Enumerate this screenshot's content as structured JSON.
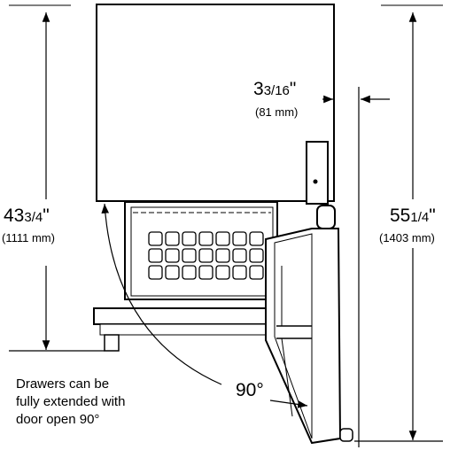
{
  "dimensions": {
    "height_closed": {
      "whole": "43",
      "fraction": "3/4",
      "unit_mark": "\"",
      "metric": "(1111 mm)"
    },
    "height_open": {
      "whole": "55",
      "fraction": "1/4",
      "unit_mark": "\"",
      "metric": "(1403 mm)"
    },
    "door_clearance": {
      "whole": "3",
      "fraction": "3/16",
      "unit_mark": "\"",
      "metric": "(81 mm)"
    }
  },
  "angle": {
    "label": "90°"
  },
  "note": {
    "line1": "Drawers can be",
    "line2": "fully extended with",
    "line3": "door open 90°"
  },
  "colors": {
    "line": "#000000",
    "background": "#ffffff"
  }
}
